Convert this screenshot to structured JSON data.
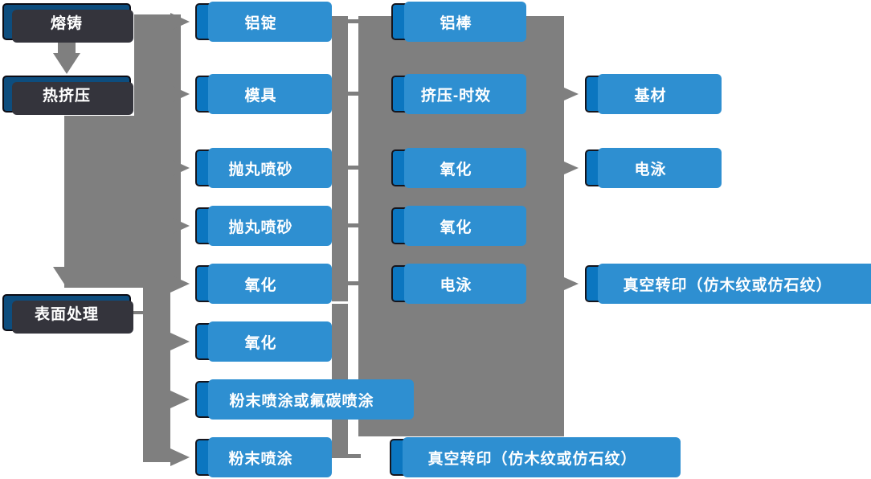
{
  "diagram": {
    "description": "Aluminum profile production process flowchart",
    "nodes": {
      "melting": {
        "label": "熔铸"
      },
      "hot_extrusion": {
        "label": "热挤压"
      },
      "surface_treatment": {
        "label": "表面处理"
      },
      "aluminum_ingot": {
        "label": "铝锭"
      },
      "mold": {
        "label": "模具"
      },
      "shot_blasting_1": {
        "label": "抛丸喷砂"
      },
      "shot_blasting_2": {
        "label": "抛丸喷砂"
      },
      "oxidation_1": {
        "label": "氧化"
      },
      "oxidation_2": {
        "label": "氧化"
      },
      "powder_or_fluorocarbon": {
        "label": "粉末喷涂或氟碳喷涂"
      },
      "powder_coating": {
        "label": "粉末喷涂"
      },
      "aluminum_rod": {
        "label": "铝棒"
      },
      "extrusion_aging": {
        "label": "挤压-时效"
      },
      "oxidation_3": {
        "label": "氧化"
      },
      "oxidation_4": {
        "label": "氧化"
      },
      "electrophoresis_1": {
        "label": "电泳"
      },
      "vacuum_transfer_bottom": {
        "label": "真空转印（仿木纹或仿石纹）"
      },
      "base_material": {
        "label": "基材"
      },
      "electrophoresis_2": {
        "label": "电泳"
      },
      "vacuum_transfer_right": {
        "label": "真空转印（仿木纹或仿石纹）"
      }
    },
    "edges": [
      {
        "from": "melting",
        "to": "hot_extrusion"
      },
      {
        "from": "hot_extrusion",
        "to": "surface_treatment"
      },
      {
        "from": "process_bus",
        "to": "aluminum_ingot"
      },
      {
        "from": "process_bus",
        "to": "mold"
      },
      {
        "from": "process_bus",
        "to": "shot_blasting_1"
      },
      {
        "from": "process_bus",
        "to": "shot_blasting_2"
      },
      {
        "from": "process_bus",
        "to": "oxidation_1"
      },
      {
        "from": "process_bus",
        "to": "oxidation_2"
      },
      {
        "from": "process_bus",
        "to": "powder_or_fluorocarbon"
      },
      {
        "from": "process_bus",
        "to": "powder_coating"
      },
      {
        "from": "aluminum_ingot",
        "to": "aluminum_rod"
      },
      {
        "from": "mold",
        "to": "extrusion_aging"
      },
      {
        "from": "shot_blasting_1",
        "to": "oxidation_3"
      },
      {
        "from": "shot_blasting_2",
        "to": "oxidation_4"
      },
      {
        "from": "oxidation_1",
        "to": "electrophoresis_1"
      },
      {
        "from": "powder_coating",
        "to": "vacuum_transfer_bottom"
      },
      {
        "from": "extrusion_aging",
        "to": "base_material"
      },
      {
        "from": "oxidation_3",
        "to": "electrophoresis_2"
      },
      {
        "from": "electrophoresis_1",
        "to": "vacuum_transfer_right"
      }
    ],
    "colors": {
      "box_primary": "#0b76c0",
      "box_dark": "#0d4d7e",
      "box_highlight": "#2e8fd1",
      "connector_gray": "#7f7f7f",
      "text": "#ffffff"
    }
  }
}
